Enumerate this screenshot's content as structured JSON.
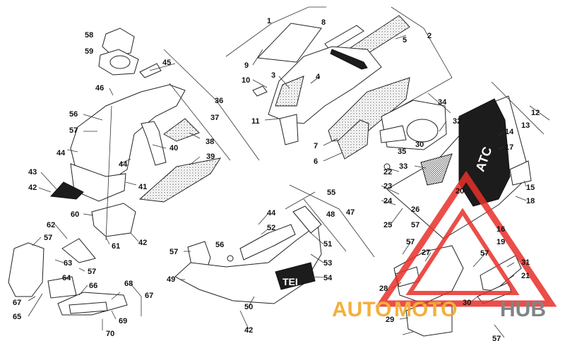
{
  "callouts": [
    {
      "n": "1"
    },
    {
      "n": "2"
    },
    {
      "n": "3"
    },
    {
      "n": "4"
    },
    {
      "n": "5"
    },
    {
      "n": "6"
    },
    {
      "n": "7"
    },
    {
      "n": "8"
    },
    {
      "n": "9"
    },
    {
      "n": "10"
    },
    {
      "n": "11"
    },
    {
      "n": "12"
    },
    {
      "n": "13"
    },
    {
      "n": "14"
    },
    {
      "n": "15"
    },
    {
      "n": "16"
    },
    {
      "n": "17"
    },
    {
      "n": "18"
    },
    {
      "n": "19"
    },
    {
      "n": "20"
    },
    {
      "n": "21"
    },
    {
      "n": "22"
    },
    {
      "n": "23"
    },
    {
      "n": "24"
    },
    {
      "n": "25"
    },
    {
      "n": "26"
    },
    {
      "n": "27"
    },
    {
      "n": "28"
    },
    {
      "n": "29"
    },
    {
      "n": "30"
    },
    {
      "n": "30"
    },
    {
      "n": "31"
    },
    {
      "n": "32"
    },
    {
      "n": "33"
    },
    {
      "n": "34"
    },
    {
      "n": "35"
    },
    {
      "n": "36"
    },
    {
      "n": "37"
    },
    {
      "n": "38"
    },
    {
      "n": "39"
    },
    {
      "n": "40"
    },
    {
      "n": "41"
    },
    {
      "n": "42"
    },
    {
      "n": "42"
    },
    {
      "n": "42"
    },
    {
      "n": "43"
    },
    {
      "n": "44"
    },
    {
      "n": "44"
    },
    {
      "n": "44"
    },
    {
      "n": "45"
    },
    {
      "n": "46"
    },
    {
      "n": "47"
    },
    {
      "n": "48"
    },
    {
      "n": "49"
    },
    {
      "n": "50"
    },
    {
      "n": "51"
    },
    {
      "n": "52"
    },
    {
      "n": "53"
    },
    {
      "n": "54"
    },
    {
      "n": "55"
    },
    {
      "n": "56"
    },
    {
      "n": "56"
    },
    {
      "n": "57"
    },
    {
      "n": "57"
    },
    {
      "n": "57"
    },
    {
      "n": "57"
    },
    {
      "n": "57"
    },
    {
      "n": "57"
    },
    {
      "n": "57"
    },
    {
      "n": "57"
    },
    {
      "n": "58"
    },
    {
      "n": "59"
    },
    {
      "n": "60"
    },
    {
      "n": "61"
    },
    {
      "n": "62"
    },
    {
      "n": "63"
    },
    {
      "n": "64"
    },
    {
      "n": "65"
    },
    {
      "n": "66"
    },
    {
      "n": "67"
    },
    {
      "n": "67"
    },
    {
      "n": "68"
    },
    {
      "n": "69"
    },
    {
      "n": "70"
    }
  ],
  "decal_text": {
    "side_panel": "ATC",
    "lower_panel": "TEI"
  },
  "watermark": {
    "brand_part1": "AUTO",
    "brand_part2": "MOTO",
    "brand_part3": "HUB",
    "colors": {
      "red": "#e8302a",
      "orange": "#f2a31b",
      "gray": "#6d6e71"
    }
  }
}
